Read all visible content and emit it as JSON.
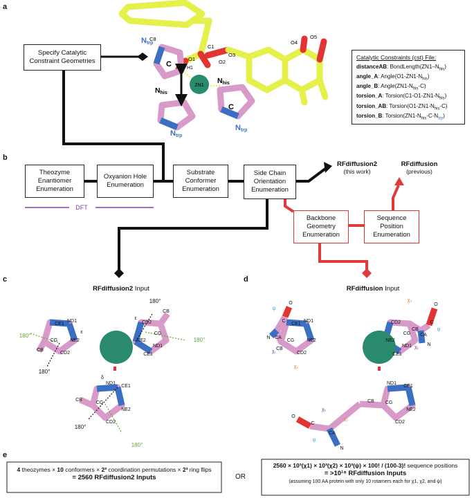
{
  "panels": {
    "a": "a",
    "b": "b",
    "c": "c",
    "d": "d",
    "e": "e"
  },
  "panel_a": {
    "specify_box": "Specify Catalytic Constraint Geometries",
    "atoms": {
      "c8": "C8",
      "c1": "C1",
      "o1": "O1",
      "o2": "O2",
      "o3": "O3",
      "o4": "O4",
      "o5": "O5",
      "h1": "H1",
      "zn": "ZN1",
      "c_top": "C",
      "c_right": "C",
      "n_trp_1": "N",
      "n_trp_2": "N",
      "n_trp_3": "N",
      "n_his_1": "N",
      "n_his_2": "N",
      "trp_sub": "trp",
      "his_sub": "his"
    },
    "cst_title": "Catalytic Constraints (cst) File:",
    "cst_lines": [
      {
        "key": "distanceAB",
        "text": ": BondLength(ZN1–N",
        "sub": "his",
        "tail": ")"
      },
      {
        "key": "angle_A",
        "text": ": Angle(O1-ZN1-N",
        "sub": "his",
        "tail": ")"
      },
      {
        "key": "angle_B",
        "text": ": Angle(ZN1-N",
        "sub": "his",
        "tail": "-C)"
      },
      {
        "key": "torsion_A",
        "text": ": Torsion(C1-O1-ZN1-N",
        "sub": "his",
        "tail": ")"
      },
      {
        "key": "torsion_AB",
        "text": ": Torsion(O1-ZN1-N",
        "sub": "his",
        "tail": "-C)"
      },
      {
        "key": "torsion_B",
        "text": ": Torsion(ZN1-N",
        "sub": "his",
        "tail": "-C-N",
        "sub2": "trp",
        "tail2": ")"
      }
    ]
  },
  "panel_b": {
    "theozyme": "Theozyme Enantiomer Enumeration",
    "oxyanion": "Oxyanion Hole Enumeration",
    "substrate": "Substrate Conformer Enumeration",
    "sidechain": "Side Chain Orientation Enumeration",
    "dft": "DFT",
    "rfd2_title": "RFdiffusion2",
    "rfd2_sub": "(this work)",
    "rfd_title": "RFdiffusion",
    "rfd_sub": "(previous)",
    "backbone": "Backbone Geometry Enumeration",
    "sequence": "Sequence Position Enumeration"
  },
  "panel_c": {
    "title_bold": "RFdiffusion2",
    "title_rest": " Input",
    "labels": {
      "ce1a": "CE1",
      "nd1a": "ND1",
      "ne2a": "NE2",
      "cga": "CG",
      "cd2a": "CD2",
      "cba": "CB",
      "cd2b": "CD2",
      "cbb": "CB",
      "cgb": "CG",
      "ne2b": "NE2",
      "nd1b": "ND1",
      "ce1b": "CE1",
      "nd1c": "ND1",
      "ce1c": "CE1",
      "cbc": "CB",
      "cgc": "CG",
      "ne2c": "NE2",
      "cd2c": "CD2",
      "eps1": "ε",
      "eps2": "ε",
      "delta": "δ"
    },
    "angles": {
      "a1": "180°",
      "a2": "180°",
      "a3": "180°",
      "a4": "180°",
      "a5": "180°",
      "a6": "180°"
    }
  },
  "panel_d": {
    "title_bold": "RFdiffusion",
    "title_rest": " Input",
    "labels": {
      "psi1": "ψ",
      "psi2": "ψ",
      "psi3": "ψ",
      "chi2a": "χ₂",
      "chi1a": "χ₁",
      "chi2b": "χ₂",
      "chi1b": "χ₁",
      "chi1c": "χ₁",
      "chi2c": "χ₂",
      "o1": "O",
      "o2": "O",
      "o3": "O",
      "c1": "C",
      "c2": "C",
      "c3": "C",
      "ca1": "CA",
      "ca2": "CA",
      "ca3": "CA",
      "n1": "N",
      "n2": "N",
      "n3": "N",
      "ce1a": "CE1",
      "nd1a": "ND1",
      "ne2a": "NE2",
      "cga": "CG",
      "cd2a": "CD2",
      "cba": "CB",
      "cd2b": "CD2",
      "cbb": "CB",
      "cgb": "CG",
      "ne2b": "NE2",
      "nd1b": "ND1",
      "ce1b": "CE1",
      "nd1c": "ND1",
      "ce1c": "CE1",
      "cbc": "CB",
      "cgc": "CG",
      "ne2c": "NE2",
      "cd2c": "CD2"
    }
  },
  "panel_e": {
    "left_line1_b1": "4",
    "left_line1_t1": " theozymes × ",
    "left_line1_b2": "10",
    "left_line1_t2": " conformers × ",
    "left_line1_b3": "2³",
    "left_line1_t3": " coordination permutations × ",
    "left_line1_b4": "2³",
    "left_line1_t4": " ring flips",
    "left_line2": "= 2560 RFdiffusion2 Inputs",
    "or": "OR",
    "right_line1": "2560 × 10³(χ1) × 10³(χ2) × 10³(ψ) × 100! / (100-3)!",
    "right_line1_tail": " sequence positions",
    "right_line2": "= >10¹⁸ RFdiffusion Inputs",
    "right_line3": "(assuming 100 AA protein with only 10 rotamers each for χ1, χ2, and ψ)"
  },
  "colors": {
    "carbon_sub": "#e6f04a",
    "oxygen": "#e33434",
    "nitrogen": "#3a6fc4",
    "protein_carbon": "#d89ac8",
    "zinc": "#2a8a6e",
    "dft": "#8a3cb0",
    "green_arrow": "#5caa2e",
    "cyan_arrow": "#3aa7d6",
    "orange_arrow": "#e07a2a",
    "purple_arrow": "#7b2ea6",
    "red_flow": "#e03a3a"
  }
}
